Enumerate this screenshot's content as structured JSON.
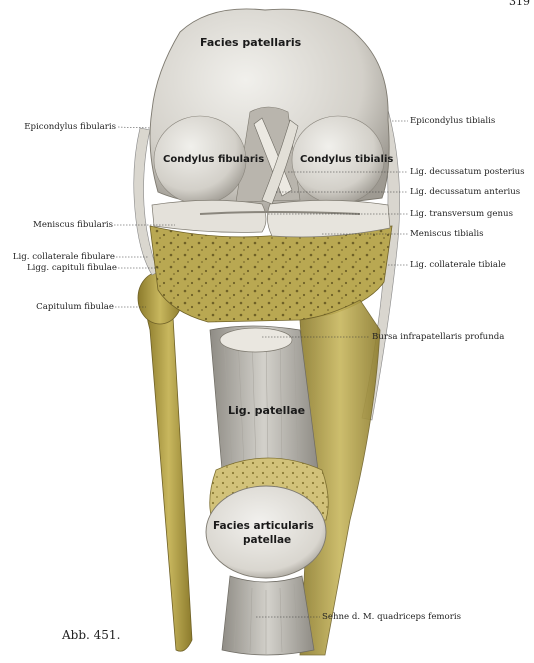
{
  "page_number": "319",
  "figure_label": "Abb. 451.",
  "colors": {
    "bone": "#d6d2ca",
    "bone_shadow": "#9b978f",
    "cartilage": "#e9e7e2",
    "ligament_yellow": "#bfae52",
    "ligament_dark": "#8f7e2f",
    "tendon": "#c9c7c0",
    "leader": "#333333"
  },
  "left_labels": [
    "Epicondylus fibularis",
    "Meniscus fibularis",
    "Lig. collaterale fibulare",
    "Ligg. capituli fibulae",
    "Capitulum fibulae"
  ],
  "right_labels": [
    "Epicondylus tibialis",
    "Lig. decussatum posterius",
    "Lig. decussatum anterius",
    "Lig. transversum genus",
    "Meniscus tibialis",
    "Lig. collaterale tibiale",
    "Bursa infrapatellaris profunda",
    "Sehne d. M. quadriceps femoris"
  ],
  "inline_labels": {
    "facies_patellaris": "Facies patellaris",
    "condylus_fibularis": "Condylus fibularis",
    "condylus_tibialis": "Condylus tibialis",
    "lig_patellae": "Lig. patellae",
    "facies_articularis_1": "Facies articularis",
    "facies_articularis_2": "patellae"
  }
}
